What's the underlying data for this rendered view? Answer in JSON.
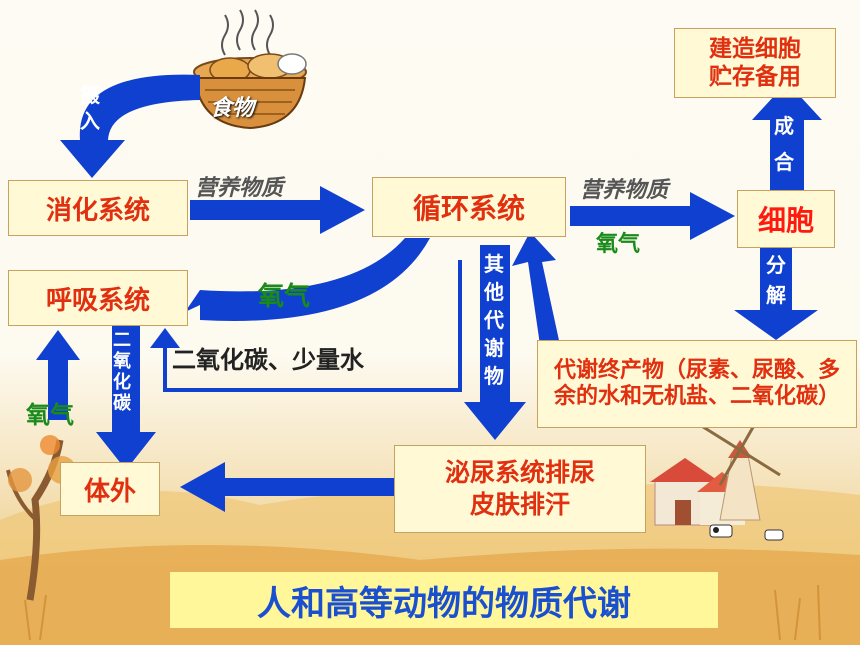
{
  "diagram": {
    "food_label": "食物",
    "ingest_label": "摄\n入",
    "digestive": "消化系统",
    "circulatory": "循环系统",
    "cell": "细胞",
    "respiratory": "呼吸系统",
    "outside": "体外",
    "build_store": "建造细胞\n贮存备用",
    "combine_label": "成\n合",
    "decompose_label": "分\n解",
    "nutrients_1": "营养物质",
    "nutrients_2": "营养物质",
    "oxygen_to_cell": "氧气",
    "oxygen_resp": "氧气",
    "oxygen_in": "氧气",
    "co2_water": "二氧化碳、少量水",
    "co2_vertical": "二\n氧\n化\n碳",
    "other_metabolites": "其\n他\n代\n谢\n物",
    "end_products": "代谢终产物（尿素、尿酸、多余的水和无机盐、二氧化碳）",
    "excretion": "泌尿系统排尿\n皮肤排汗",
    "title": "人和高等动物的物质代谢"
  },
  "colors": {
    "arrow": "#1040d0",
    "box_red_text": "#e03010",
    "box_fill": "#fff9d6",
    "green_text": "#1a8a1a",
    "title_text": "#1a4fd0",
    "title_fill": "#fff79a"
  },
  "icons": [
    "bread-basket-icon",
    "windmill-icon",
    "barn-icon",
    "tree-icon"
  ]
}
